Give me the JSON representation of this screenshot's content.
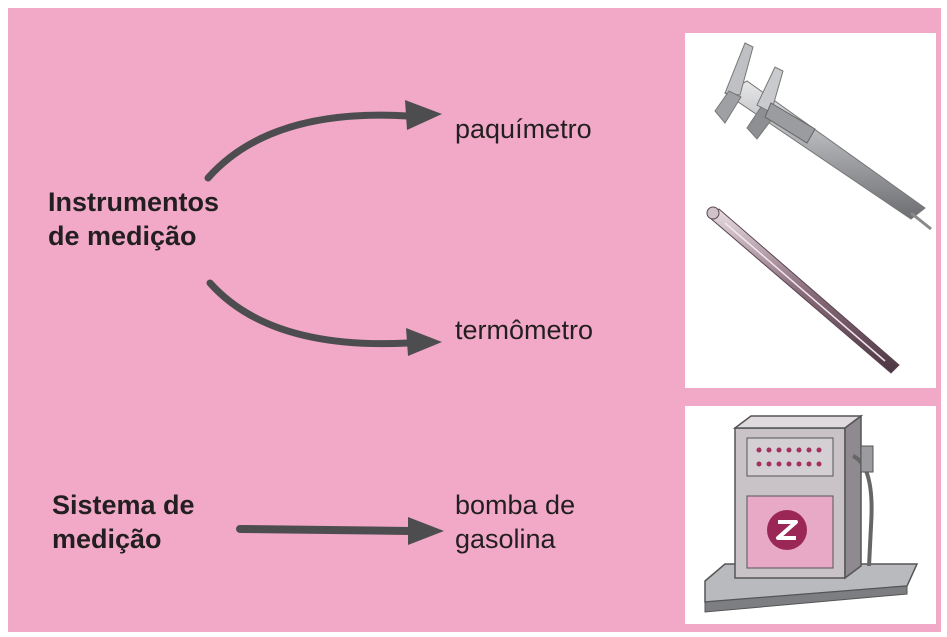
{
  "groups": {
    "instruments": {
      "label_line1": "Instrumentos",
      "label_line2": "de medição",
      "items": [
        "paquímetro",
        "termômetro"
      ]
    },
    "system": {
      "label_line1": "Sistema de",
      "label_line2": "medição",
      "item_line1": "bomba de",
      "item_line2": "gasolina"
    }
  },
  "colors": {
    "background": "#f2a9c8",
    "arrow": "#4d4d4f",
    "text": "#231f20",
    "photo_frame": "#ffffff"
  },
  "images": {
    "top": [
      "caliper",
      "thermometer"
    ],
    "bottom": [
      "gas-pump"
    ]
  }
}
